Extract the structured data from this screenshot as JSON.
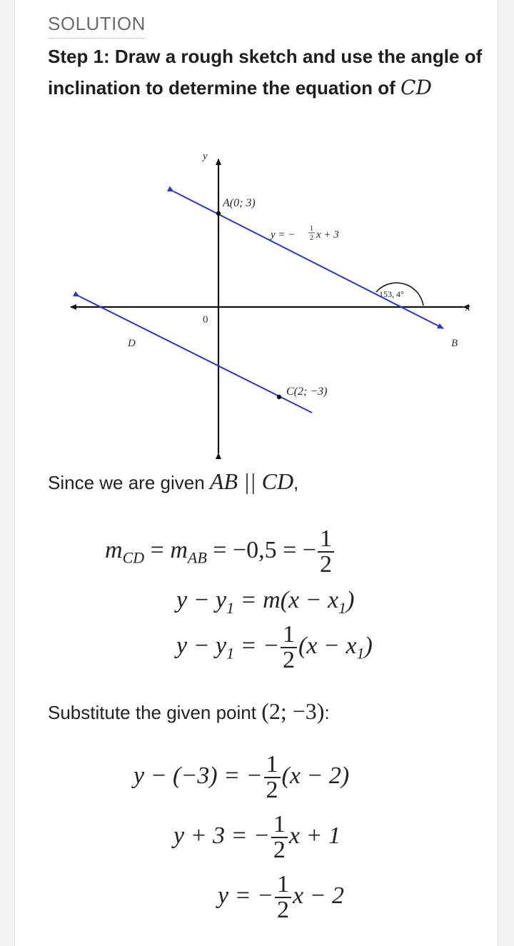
{
  "section_label": "SOLUTION",
  "step": {
    "title_text": "Step 1: Draw a rough sketch and use the angle of inclination to determine the equation of ",
    "title_math": "CD"
  },
  "graph": {
    "y_axis_label": "y",
    "x_axis_label": "x",
    "origin_label": "0",
    "point_a_label": "A(0; 3)",
    "point_c_label": "C(2; −3)",
    "label_d": "D",
    "label_b": "B",
    "line_ab_equation_prefix": "y = −",
    "line_ab_frac_num": "1",
    "line_ab_frac_den": "2",
    "line_ab_equation_suffix": "x + 3",
    "angle_label": "153, 4°",
    "colors": {
      "line": "#2a35c9",
      "axis": "#111111"
    }
  },
  "text": {
    "given_prefix": "Since we are given ",
    "given_math": "AB || CD",
    "given_suffix": ",",
    "substitute_prefix": "Substitute the given point ",
    "substitute_point": "(2; −3)",
    "substitute_suffix": ":"
  },
  "equations": {
    "eq1_lhs_m": "m",
    "eq1_lhs_sub": "CD",
    "eq1_eq": " = ",
    "eq1_mid_m": "m",
    "eq1_mid_sub": "AB",
    "eq1_rest": " = −0,5 = −",
    "eq1_num": "1",
    "eq1_den": "2",
    "eq2_lhs": "y − y",
    "eq2_lhs_sub": "1",
    "eq2_rhs": " = m(x − x",
    "eq2_rhs_sub": "1",
    "eq2_close": ")",
    "eq3_lhs": "y − y",
    "eq3_lhs_sub": "1",
    "eq3_eq": " = −",
    "eq3_num": "1",
    "eq3_den": "2",
    "eq3_rhs": "(x − x",
    "eq3_rhs_sub": "1",
    "eq3_close": ")",
    "eq4_lhs": "y − (−3) = −",
    "eq4_num": "1",
    "eq4_den": "2",
    "eq4_rhs": "(x − 2)",
    "eq5_lhs": "y + 3 = −",
    "eq5_num": "1",
    "eq5_den": "2",
    "eq5_rhs": "x + 1",
    "eq6_lhs": "y = −",
    "eq6_num": "1",
    "eq6_den": "2",
    "eq6_rhs": "x − 2"
  }
}
